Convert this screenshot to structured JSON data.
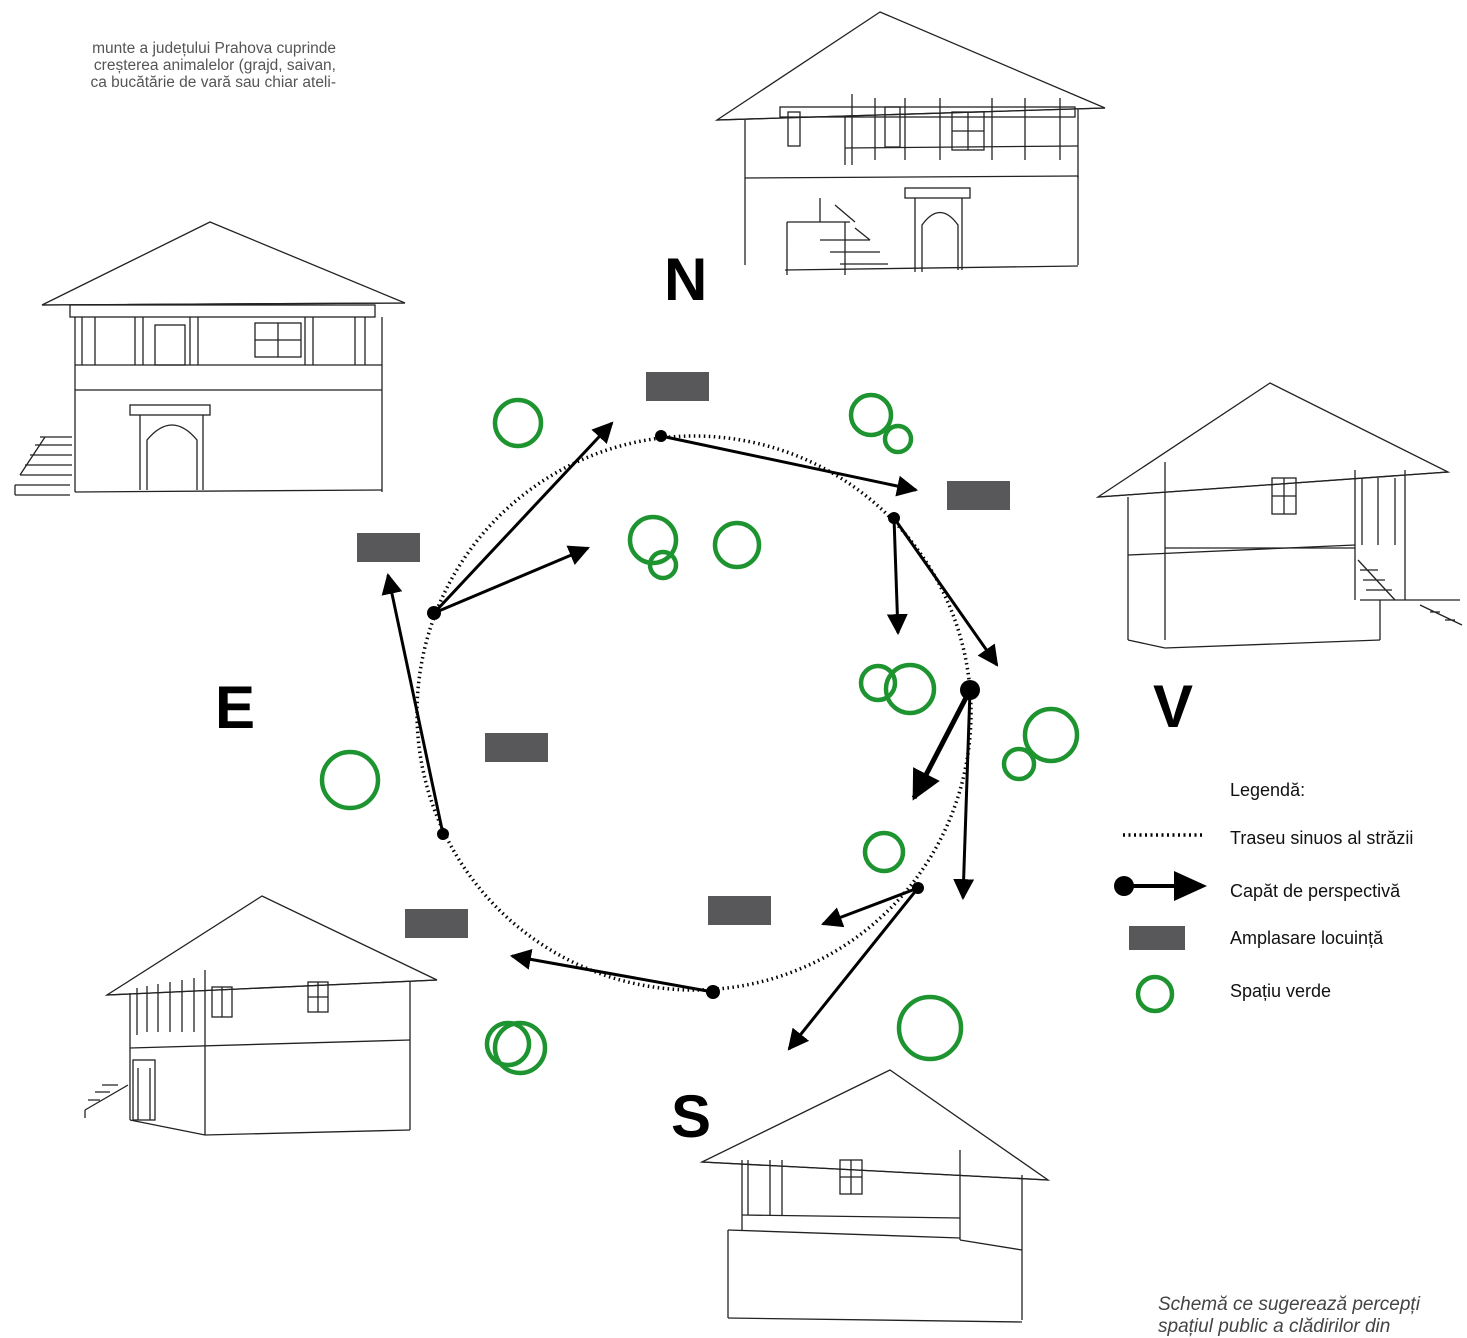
{
  "intro_text": {
    "lines": [
      "munte a județului Prahova cuprinde",
      "creșterea animalelor (grajd, saivan,",
      "ca bucătărie de vară sau chiar ateli-"
    ]
  },
  "compass": {
    "north": "N",
    "south": "S",
    "east": "E",
    "west": "V"
  },
  "legend": {
    "title": "Legendă:",
    "items": [
      {
        "symbol": "dotted-line",
        "label": "Traseu sinuos al străzii"
      },
      {
        "symbol": "dot-arrow",
        "label": "Capăt de perspectivă"
      },
      {
        "symbol": "grey-rectangle",
        "label": "Amplasare locuință"
      },
      {
        "symbol": "green-circle",
        "label": "Spațiu verde"
      }
    ]
  },
  "caption": {
    "line1": "Schemă ce sugerează percepți",
    "line2": "spațiul public a clădirilor din"
  },
  "colors": {
    "dwelling": "#58585a",
    "green_space": "#1e9430",
    "lines": "#000000",
    "text": "#555555"
  }
}
